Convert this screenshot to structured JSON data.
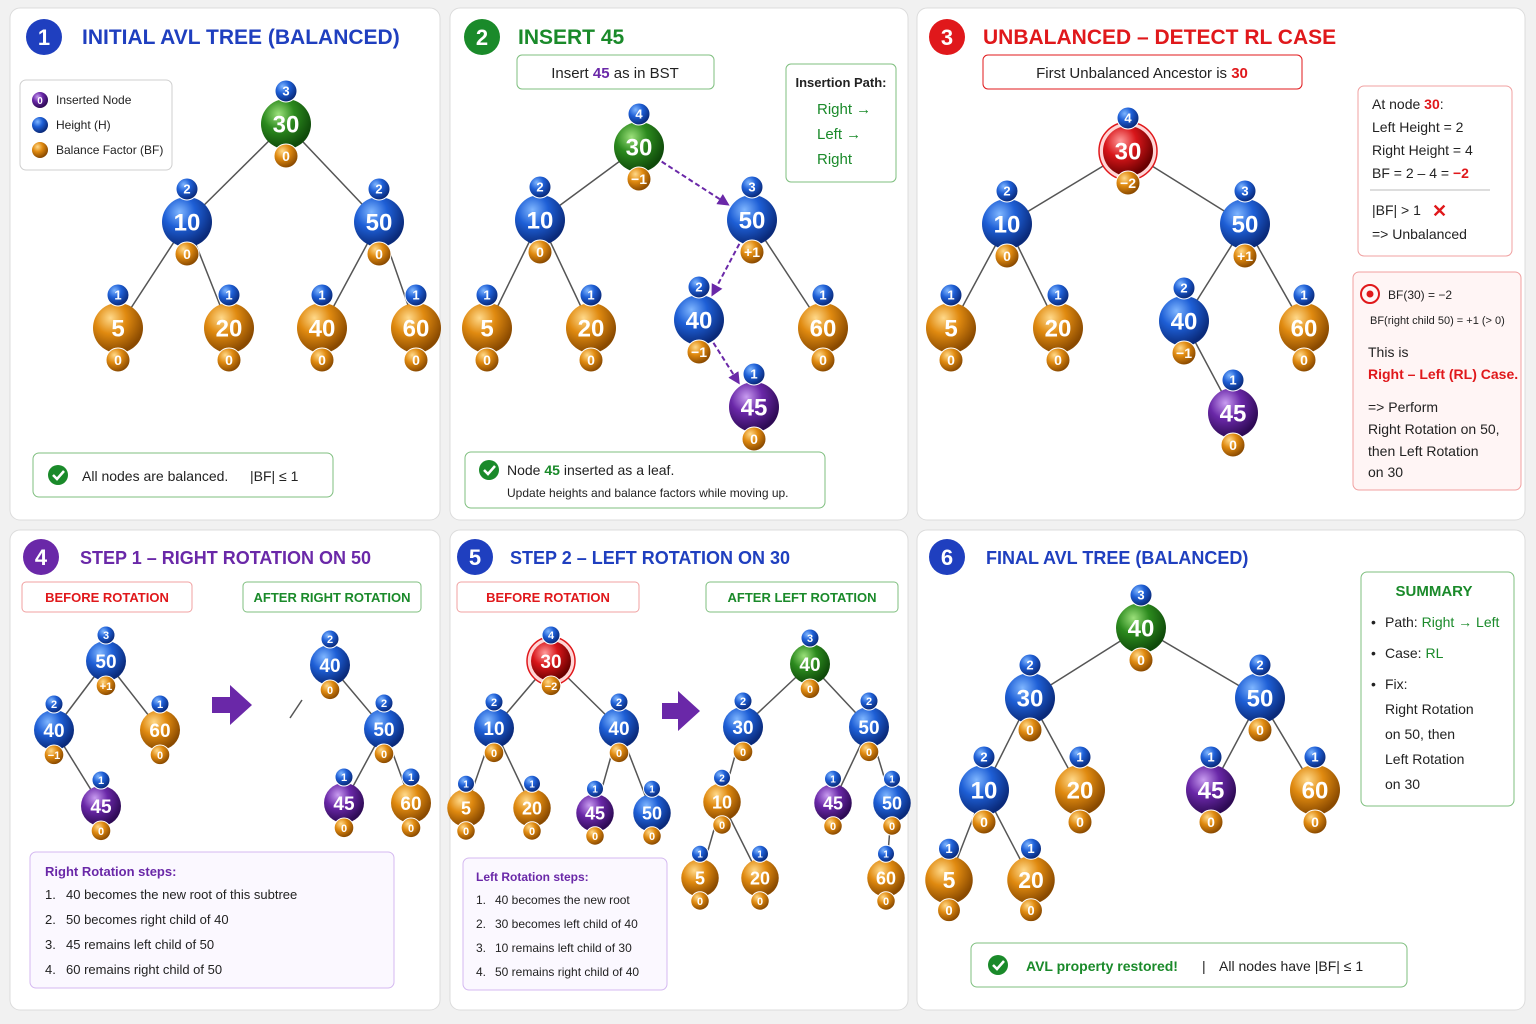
{
  "colors": {
    "blue": "#1f3fbf",
    "green": "#1a8a2a",
    "red": "#e0181b",
    "purple": "#6a28a8",
    "dark": "#222222"
  },
  "panels": [
    {
      "num": "1",
      "title": "INITIAL AVL TREE (BALANCED)",
      "color": "blue",
      "legend": [
        {
          "swatch": "purple",
          "mark": "0",
          "label": "Inserted Node"
        },
        {
          "swatch": "blue",
          "mark": "",
          "label": "Height (H)"
        },
        {
          "swatch": "orange",
          "mark": "",
          "label": "Balance Factor (BF)"
        }
      ],
      "nodes": [
        {
          "id": "p1n30",
          "v": "30",
          "c": "green",
          "h": "3",
          "bf": "0"
        },
        {
          "id": "p1n10",
          "v": "10",
          "c": "blue",
          "h": "2",
          "bf": "0"
        },
        {
          "id": "p1n50",
          "v": "50",
          "c": "blue",
          "h": "2",
          "bf": "0"
        },
        {
          "id": "p1n5",
          "v": "5",
          "c": "orange",
          "h": "1",
          "bf": "0"
        },
        {
          "id": "p1n20",
          "v": "20",
          "c": "orange",
          "h": "1",
          "bf": "0"
        },
        {
          "id": "p1n40",
          "v": "40",
          "c": "orange",
          "h": "1",
          "bf": "0"
        },
        {
          "id": "p1n60",
          "v": "60",
          "c": "orange",
          "h": "1",
          "bf": "0"
        }
      ],
      "edges": [
        [
          "p1n30",
          "p1n10"
        ],
        [
          "p1n30",
          "p1n50"
        ],
        [
          "p1n10",
          "p1n5"
        ],
        [
          "p1n10",
          "p1n20"
        ],
        [
          "p1n50",
          "p1n40"
        ],
        [
          "p1n50",
          "p1n60"
        ]
      ],
      "footer": {
        "text": "All nodes are balanced.",
        "text2": "|BF| ≤ 1"
      }
    },
    {
      "num": "2",
      "title": "INSERT 45",
      "color": "green",
      "header_box": {
        "pre": "Insert ",
        "hl": "45",
        "post": " as in BST",
        "hl_color": "purple"
      },
      "path_box": {
        "title": "Insertion Path:",
        "steps": [
          "Right →",
          "Left →",
          "Right"
        ]
      },
      "nodes": [
        {
          "id": "p2n30",
          "v": "30",
          "c": "green",
          "h": "4",
          "bf": "−1"
        },
        {
          "id": "p2n10",
          "v": "10",
          "c": "blue",
          "h": "2",
          "bf": "0"
        },
        {
          "id": "p2n50",
          "v": "50",
          "c": "blue",
          "h": "3",
          "bf": "+1"
        },
        {
          "id": "p2n5",
          "v": "5",
          "c": "orange",
          "h": "1",
          "bf": "0"
        },
        {
          "id": "p2n20",
          "v": "20",
          "c": "orange",
          "h": "1",
          "bf": "0"
        },
        {
          "id": "p2n40",
          "v": "40",
          "c": "blue",
          "h": "2",
          "bf": "−1"
        },
        {
          "id": "p2n60",
          "v": "60",
          "c": "orange",
          "h": "1",
          "bf": "0"
        },
        {
          "id": "p2n45",
          "v": "45",
          "c": "purple",
          "h": "1",
          "bf": "0"
        }
      ],
      "edges": [
        [
          "p2n30",
          "p2n10"
        ],
        [
          "p2n10",
          "p2n5"
        ],
        [
          "p2n10",
          "p2n20"
        ],
        [
          "p2n50",
          "p2n60"
        ]
      ],
      "path_edges": [
        [
          "p2n30",
          "p2n50"
        ],
        [
          "p2n50",
          "p2n40"
        ],
        [
          "p2n40",
          "p2n45"
        ]
      ],
      "footer": {
        "pre": "Node ",
        "hl": "45",
        "post": " inserted as a leaf.",
        "line2": "Update heights and balance factors while moving up."
      }
    },
    {
      "num": "3",
      "title": "UNBALANCED – DETECT RL CASE",
      "color": "red",
      "header_box": {
        "pre": "First Unbalanced Ancestor is ",
        "hl": "30"
      },
      "nodes": [
        {
          "id": "p3n30",
          "v": "30",
          "c": "red",
          "h": "4",
          "bf": "−2"
        },
        {
          "id": "p3n10",
          "v": "10",
          "c": "blue",
          "h": "2",
          "bf": "0"
        },
        {
          "id": "p3n50",
          "v": "50",
          "c": "blue",
          "h": "3",
          "bf": "+1"
        },
        {
          "id": "p3n5",
          "v": "5",
          "c": "orange",
          "h": "1",
          "bf": "0"
        },
        {
          "id": "p3n20",
          "v": "20",
          "c": "orange",
          "h": "1",
          "bf": "0"
        },
        {
          "id": "p3n40",
          "v": "40",
          "c": "blue",
          "h": "2",
          "bf": "−1"
        },
        {
          "id": "p3n60",
          "v": "60",
          "c": "orange",
          "h": "1",
          "bf": "0"
        },
        {
          "id": "p3n45",
          "v": "45",
          "c": "purple",
          "h": "1",
          "bf": "0"
        }
      ],
      "edges": [
        [
          "p3n30",
          "p3n10"
        ],
        [
          "p3n30",
          "p3n50"
        ],
        [
          "p3n10",
          "p3n5"
        ],
        [
          "p3n10",
          "p3n20"
        ],
        [
          "p3n50",
          "p3n40"
        ],
        [
          "p3n50",
          "p3n60"
        ],
        [
          "p3n40",
          "p3n45"
        ]
      ],
      "info_box": {
        "l1pre": "At node ",
        "l1hl": "30",
        "l1post": ":",
        "l2": "Left Height = 2",
        "l3": "Right Height = 4",
        "l4pre": "BF = 2 – 4 = ",
        "l4hl": "−2",
        "l5": "|BF| > 1",
        "l6": "=> Unbalanced"
      },
      "case_box": {
        "l1": "BF(30) = −2",
        "l2": "BF(right child 50) = +1 (> 0)",
        "l3": "This is",
        "l4": "Right – Left (RL) Case.",
        "l5": "=> Perform",
        "l6": "Right Rotation on 50,",
        "l7": "then Left Rotation",
        "l8": "on 30"
      }
    },
    {
      "num": "4",
      "title": "STEP 1 – RIGHT ROTATION ON 50",
      "color": "purple",
      "tag_before": "BEFORE ROTATION",
      "tag_after": "AFTER RIGHT ROTATION",
      "nodes": [
        {
          "id": "p4a50",
          "v": "50",
          "c": "blue",
          "h": "3",
          "bf": "+1"
        },
        {
          "id": "p4a40",
          "v": "40",
          "c": "blue",
          "h": "2",
          "bf": "−1"
        },
        {
          "id": "p4a60",
          "v": "60",
          "c": "orange",
          "h": "1",
          "bf": "0"
        },
        {
          "id": "p4a45",
          "v": "45",
          "c": "purple",
          "h": "1",
          "bf": "0"
        },
        {
          "id": "p4b40",
          "v": "40",
          "c": "blue",
          "h": "2",
          "bf": "0"
        },
        {
          "id": "p4b50",
          "v": "50",
          "c": "blue",
          "h": "2",
          "bf": "0"
        },
        {
          "id": "p4b45",
          "v": "45",
          "c": "purple",
          "h": "1",
          "bf": "0"
        },
        {
          "id": "p4b60",
          "v": "60",
          "c": "orange",
          "h": "1",
          "bf": "0"
        }
      ],
      "edges": [
        [
          "p4a50",
          "p4a40"
        ],
        [
          "p4a50",
          "p4a60"
        ],
        [
          "p4a40",
          "p4a45"
        ],
        [
          "p4b40",
          "p4b50"
        ],
        [
          "p4b50",
          "p4b45"
        ],
        [
          "p4b50",
          "p4b60"
        ]
      ],
      "steps_title": "Right Rotation steps:",
      "steps": [
        "40 becomes the new root of this subtree",
        "50 becomes right child of 40",
        "45 remains left child of 50",
        "60 remains right child of 50"
      ]
    },
    {
      "num": "5",
      "title": "STEP 2 – LEFT ROTATION ON 30",
      "color": "blue",
      "tag_before": "BEFORE ROTATION",
      "tag_after": "AFTER LEFT ROTATION",
      "nodes": [
        {
          "id": "p5a30",
          "v": "30",
          "c": "red",
          "h": "4",
          "bf": "−2"
        },
        {
          "id": "p5a10",
          "v": "10",
          "c": "blue",
          "h": "2",
          "bf": "0"
        },
        {
          "id": "p5a40",
          "v": "40",
          "c": "blue",
          "h": "2",
          "bf": "0"
        },
        {
          "id": "p5a5",
          "v": "5",
          "c": "orange",
          "h": "1",
          "bf": "0"
        },
        {
          "id": "p5a20",
          "v": "20",
          "c": "orange",
          "h": "1",
          "bf": "0"
        },
        {
          "id": "p5a45",
          "v": "45",
          "c": "purple",
          "h": "1",
          "bf": "0"
        },
        {
          "id": "p5a50",
          "v": "50",
          "c": "blue",
          "h": "1",
          "bf": "0"
        },
        {
          "id": "p5b40",
          "v": "40",
          "c": "green",
          "h": "3",
          "bf": "0"
        },
        {
          "id": "p5b30",
          "v": "30",
          "c": "blue",
          "h": "2",
          "bf": "0"
        },
        {
          "id": "p5b50",
          "v": "50",
          "c": "blue",
          "h": "2",
          "bf": "0"
        },
        {
          "id": "p5b10",
          "v": "10",
          "c": "orange",
          "h": "2",
          "bf": "0"
        },
        {
          "id": "p5b45",
          "v": "45",
          "c": "purple",
          "h": "1",
          "bf": "0"
        },
        {
          "id": "p5b50r",
          "v": "50",
          "c": "blue",
          "h": "1",
          "bf": "0"
        },
        {
          "id": "p5b5",
          "v": "5",
          "c": "orange",
          "h": "1",
          "bf": "0"
        },
        {
          "id": "p5b20",
          "v": "20",
          "c": "orange",
          "h": "1",
          "bf": "0"
        },
        {
          "id": "p5b60",
          "v": "60",
          "c": "orange",
          "h": "1",
          "bf": "0"
        }
      ],
      "edges": [
        [
          "p5a30",
          "p5a10"
        ],
        [
          "p5a30",
          "p5a40"
        ],
        [
          "p5a10",
          "p5a5"
        ],
        [
          "p5a10",
          "p5a20"
        ],
        [
          "p5a40",
          "p5a45"
        ],
        [
          "p5a40",
          "p5a50"
        ],
        [
          "p5b40",
          "p5b30"
        ],
        [
          "p5b40",
          "p5b50"
        ],
        [
          "p5b30",
          "p5b10"
        ],
        [
          "p5b50",
          "p5b45"
        ],
        [
          "p5b50",
          "p5b50r"
        ],
        [
          "p5b10",
          "p5b5"
        ],
        [
          "p5b10",
          "p5b20"
        ],
        [
          "p5b50r",
          "p5b60"
        ]
      ],
      "steps_title": "Left Rotation steps:",
      "steps": [
        "40 becomes the new root",
        "30 becomes left child of 40",
        "10 remains left child of 30",
        "50 remains right child of 40"
      ]
    },
    {
      "num": "6",
      "title": "FINAL AVL TREE (BALANCED)",
      "color": "blue",
      "nodes": [
        {
          "id": "p6n40",
          "v": "40",
          "c": "green",
          "h": "3",
          "bf": "0"
        },
        {
          "id": "p6n30",
          "v": "30",
          "c": "blue",
          "h": "2",
          "bf": "0"
        },
        {
          "id": "p6n50",
          "v": "50",
          "c": "blue",
          "h": "2",
          "bf": "0"
        },
        {
          "id": "p6n10",
          "v": "10",
          "c": "blue",
          "h": "2",
          "bf": "0"
        },
        {
          "id": "p6n20",
          "v": "20",
          "c": "orange",
          "h": "1",
          "bf": "0"
        },
        {
          "id": "p6n45",
          "v": "45",
          "c": "purple",
          "h": "1",
          "bf": "0"
        },
        {
          "id": "p6n60",
          "v": "60",
          "c": "orange",
          "h": "1",
          "bf": "0"
        },
        {
          "id": "p6n5",
          "v": "5",
          "c": "orange",
          "h": "1",
          "bf": "0"
        },
        {
          "id": "p6n20b",
          "v": "20",
          "c": "orange",
          "h": "1",
          "bf": "0"
        }
      ],
      "edges": [
        [
          "p6n40",
          "p6n30"
        ],
        [
          "p6n40",
          "p6n50"
        ],
        [
          "p6n30",
          "p6n10"
        ],
        [
          "p6n30",
          "p6n20"
        ],
        [
          "p6n50",
          "p6n45"
        ],
        [
          "p6n50",
          "p6n60"
        ],
        [
          "p6n10",
          "p6n5"
        ],
        [
          "p6n10",
          "p6n20b"
        ]
      ],
      "summary": {
        "title": "SUMMARY",
        "path_label": "Path: ",
        "path_val": "Right → Left",
        "case_label": "Case: ",
        "case_val": "RL",
        "fix_label": "Fix:",
        "fix_lines": [
          "Right Rotation",
          "on 50,  then",
          "Left Rotation",
          "on 30"
        ]
      },
      "footer": {
        "hl": "AVL property restored!",
        "sep": "|",
        "rest": "All nodes have |BF| ≤ 1"
      }
    }
  ]
}
